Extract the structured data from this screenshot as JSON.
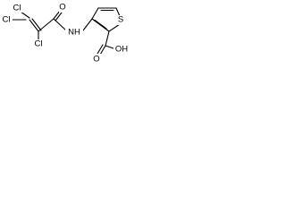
{
  "diagram": {
    "type": "chemical-structure",
    "atoms": {
      "cl_top": "Cl",
      "cl_left": "Cl",
      "cl_bottom": "Cl",
      "oxygen_amide": "O",
      "nh": "NH",
      "sulfur": "S",
      "acid_oh": "OH",
      "acid_o": "O"
    }
  }
}
